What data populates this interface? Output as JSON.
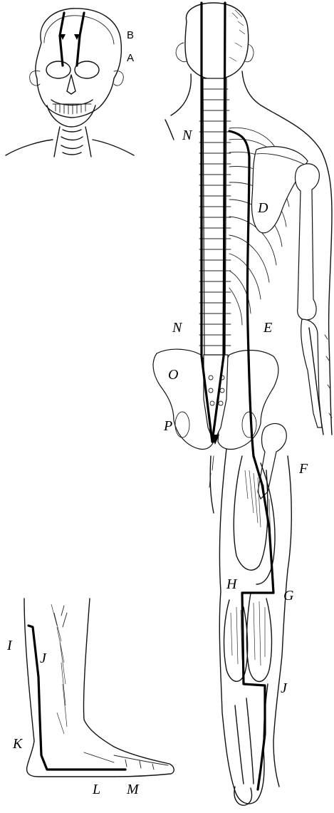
{
  "labels": {
    "A": "A",
    "B": "B",
    "D": "D",
    "E": "E",
    "F": "F",
    "G": "G",
    "H": "H",
    "I": "I",
    "J_foot": "J",
    "J_leg": "J",
    "K": "K",
    "L": "L",
    "M": "M",
    "N_upper": "N",
    "N_lower": "N",
    "O": "O",
    "P": "P"
  },
  "colors": {
    "line": "#111111",
    "meridian": "#000000",
    "background": "#ffffff"
  }
}
